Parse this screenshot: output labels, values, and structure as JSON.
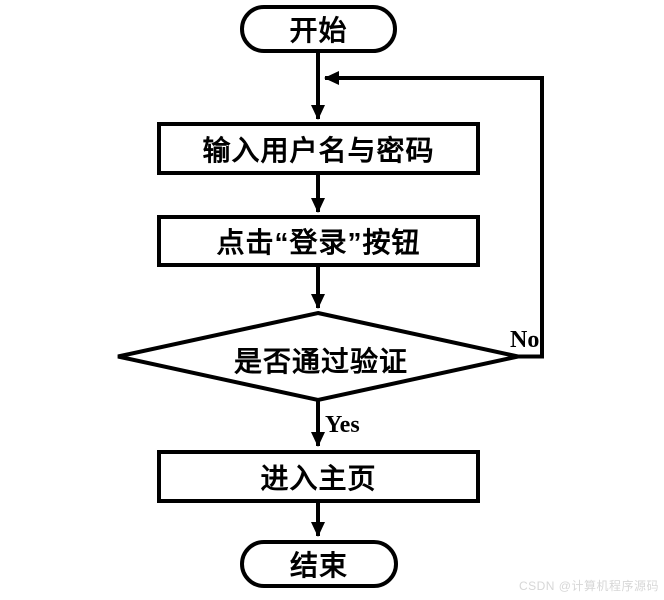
{
  "flowchart": {
    "title": "login-flowchart",
    "nodes": {
      "start": {
        "label": "开始",
        "type": "terminator"
      },
      "input_credentials": {
        "label": "输入用户名与密码",
        "type": "process"
      },
      "click_login": {
        "label": "点击“登录”按钮",
        "type": "process"
      },
      "verify_decision": {
        "label": "是否通过验证",
        "type": "decision"
      },
      "enter_home": {
        "label": "进入主页",
        "type": "process"
      },
      "end": {
        "label": "结束",
        "type": "terminator"
      }
    },
    "edges": {
      "yes_label": "Yes",
      "no_label": "No"
    }
  },
  "watermark": {
    "text": "CSDN @计算机程序源码"
  },
  "colors": {
    "stroke": "#000000",
    "background": "#ffffff",
    "watermark_text": "#d7d7d7"
  }
}
